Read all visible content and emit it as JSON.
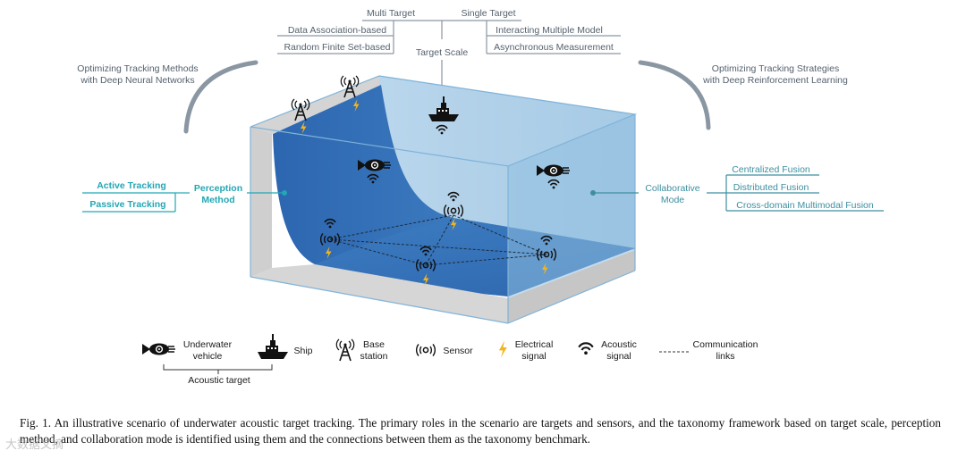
{
  "target_scale": {
    "title": "Target Scale",
    "multi": "Multi Target",
    "single": "Single Target",
    "multi_items": [
      "Data Association-based",
      "Random Finite Set-based"
    ],
    "single_items": [
      "Interacting Multiple Model",
      "Asynchronous Measurement"
    ]
  },
  "methods_note": {
    "line1": "Optimizing Tracking Methods",
    "line2": "with Deep Neural Networks"
  },
  "strategies_note": {
    "line1": "Optimizing Tracking Strategies",
    "line2": "with Deep Reinforcement Learning"
  },
  "perception": {
    "title_line1": "Perception",
    "title_line2": "Method",
    "items": [
      "Active Tracking",
      "Passive Tracking"
    ]
  },
  "collaborative": {
    "title_line1": "Collaborative",
    "title_line2": "Mode",
    "items": [
      "Centralized Fusion",
      "Distributed Fusion",
      "Cross-domain Multimodal Fusion"
    ]
  },
  "legend": {
    "underwater_vehicle": [
      "Underwater",
      "vehicle"
    ],
    "ship": "Ship",
    "base_station": [
      "Base",
      "station"
    ],
    "sensor": "Sensor",
    "electrical_signal": [
      "Electrical",
      "signal"
    ],
    "acoustic_signal": [
      "Acoustic",
      "signal"
    ],
    "communication_links": [
      "Communication",
      "links"
    ],
    "acoustic_target": "Acoustic target"
  },
  "caption": "Fig. 1.  An illustrative scenario of underwater acoustic target tracking. The primary roles in the scenario are targets and sensors, and the taxonomy framework based on target scale, perception method, and collaboration mode is identified using them and the connections between them as the taxonomy benchmark.",
  "watermark": "大数据文摘",
  "colors": {
    "water_deep": "#2f6fb8",
    "water_light": "#a9cde6",
    "wall_gray": "#d3d3d3",
    "arc_gray": "#8a97a3",
    "accent_teal": "#22a7b5",
    "lightning": "#f2b51c"
  },
  "icons": [
    "underwater-vehicle-icon",
    "ship-icon",
    "base-station-icon",
    "sensor-icon",
    "lightning-icon",
    "acoustic-signal-icon"
  ]
}
